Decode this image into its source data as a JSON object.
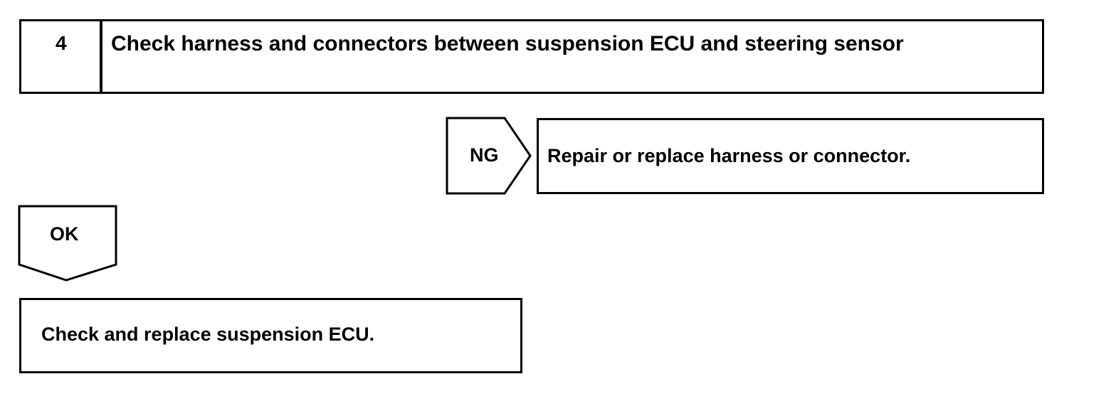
{
  "step": {
    "number": "4",
    "title": "Check harness and connectors between suspension ECU and steering sensor"
  },
  "ng_branch": {
    "label": "NG",
    "action": "Repair or replace harness or connector."
  },
  "ok_branch": {
    "label": "OK",
    "action": "Check and replace suspension ECU."
  }
}
